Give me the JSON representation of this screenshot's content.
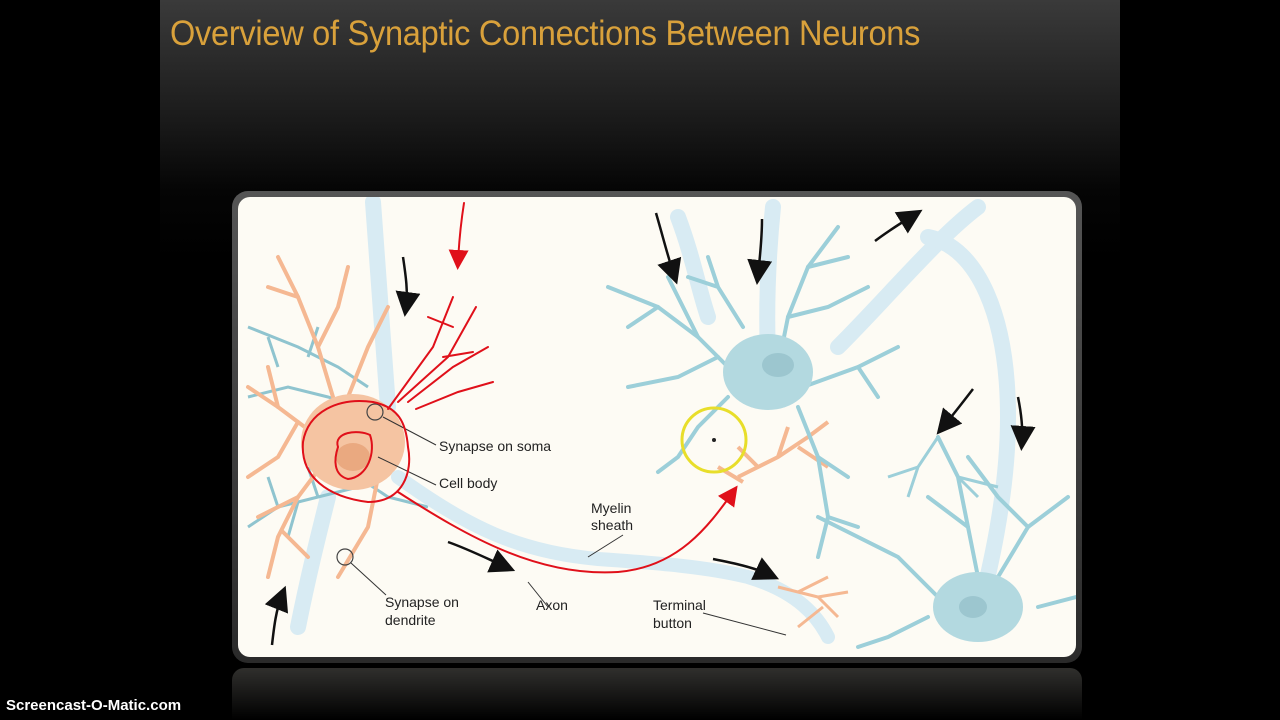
{
  "slide": {
    "title": "Overview of Synaptic Connections Between Neurons"
  },
  "diagram": {
    "labels": {
      "synapse_on_soma": "Synapse on soma",
      "cell_body": "Cell body",
      "myelin": "Myelin",
      "sheath": "sheath",
      "synapse_on": "Synapse on",
      "dendrite": "dendrite",
      "axon": "Axon",
      "terminal": "Terminal",
      "button": "button"
    },
    "colors": {
      "blue_neuron": "#a9d3dc",
      "orange_neuron": "#f5b892",
      "myelin": "#d8ebf3",
      "annotation": "#e0101a",
      "highlight_circle": "#e8de2a"
    }
  },
  "watermark": {
    "text": "Screencast-O-Matic.com"
  }
}
